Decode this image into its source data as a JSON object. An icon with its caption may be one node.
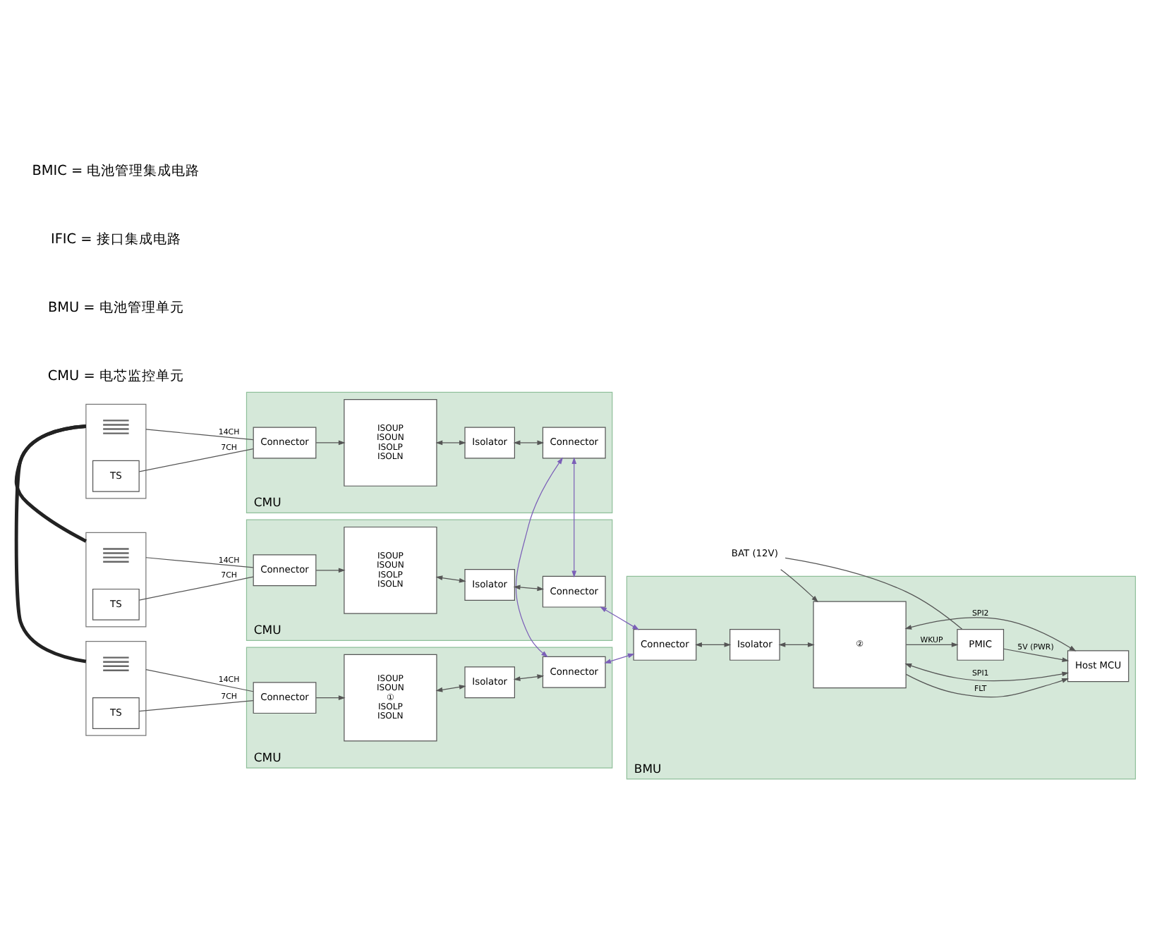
{
  "diagram": {
    "nodes": [
      {
        "text": [
          "CMU"
        ]
      },
      {
        "text": [
          "Connector"
        ],
        "in": 0
      },
      {
        "text": [
          "ISOUP",
          "ISOUN",
          "①",
          "ISOLP",
          "ISOLN"
        ],
        "in": 0
      },
      {
        "text": [
          "Isolator"
        ],
        "in": 0
      },
      {
        "text": [
          "Connector"
        ],
        "in": 0
      },
      {
        "text": [],
        "shape": "box"
      },
      {
        "text": [],
        "shape": "battery",
        "in": 5
      },
      {
        "text": [
          "TS"
        ],
        "in": 5
      },
      {
        "text": [
          "CMU"
        ]
      },
      {
        "text": [
          "Connector"
        ],
        "in": 8
      },
      {
        "text": [
          "ISOUP",
          "ISOUN",
          "ISOLP",
          "ISOLN"
        ],
        "in": 8
      },
      {
        "text": [
          "Isolator"
        ],
        "in": 8
      },
      {
        "text": [
          "Connector"
        ],
        "in": 8
      },
      {
        "text": [],
        "shape": "box"
      },
      {
        "text": [],
        "shape": "battery",
        "in": 13
      },
      {
        "text": [
          "TS"
        ],
        "in": 13
      },
      {
        "text": [
          "CMU"
        ]
      },
      {
        "text": [
          "Connector"
        ],
        "in": 16
      },
      {
        "text": [
          "ISOUP",
          "ISOUN",
          "ISOLP",
          "ISOLN"
        ],
        "in": 16
      },
      {
        "text": [
          "Isolator"
        ],
        "in": 16
      },
      {
        "text": [
          "Connector"
        ],
        "in": 16
      },
      {
        "text": [],
        "shape": "box"
      },
      {
        "text": [],
        "shape": "battery",
        "in": 21
      },
      {
        "text": [
          "TS"
        ],
        "in": 21
      },
      {
        "text": [
          "BMU"
        ]
      },
      {
        "text": [
          "Connector"
        ],
        "in": 24
      },
      {
        "text": [
          "Isolator"
        ],
        "in": 24
      },
      {
        "text": [
          "②"
        ],
        "in": 24
      },
      {
        "text": [
          "PMIC"
        ],
        "in": 24
      },
      {
        "text": [
          "Host MCU"
        ],
        "in": 24
      },
      {
        "text": [
          "BAT (12V)"
        ]
      }
    ],
    "edges": [
      {
        "from": 5,
        "to": 1,
        "arrow": "none",
        "label": "14CH"
      },
      {
        "from": 7,
        "to": 1,
        "arrow": "none",
        "label": "7CH"
      },
      {
        "from": 1,
        "to": 2,
        "arrow": "to"
      },
      {
        "from": 2,
        "to": 3,
        "arrow": "both"
      },
      {
        "from": 3,
        "to": 4,
        "arrow": "both"
      },
      {
        "from": 13,
        "to": 9,
        "arrow": "none",
        "label": "14CH"
      },
      {
        "from": 15,
        "to": 9,
        "arrow": "none",
        "label": "7CH"
      },
      {
        "from": 9,
        "to": 10,
        "arrow": "to"
      },
      {
        "from": 10,
        "to": 11,
        "arrow": "both"
      },
      {
        "from": 11,
        "to": 12,
        "arrow": "both"
      },
      {
        "from": 21,
        "to": 17,
        "arrow": "none",
        "label": "14CH"
      },
      {
        "from": 23,
        "to": 17,
        "arrow": "none",
        "label": "7CH"
      },
      {
        "from": 17,
        "to": 18,
        "arrow": "to"
      },
      {
        "from": 18,
        "to": 19,
        "arrow": "both"
      },
      {
        "from": 19,
        "to": 20,
        "arrow": "both"
      },
      {
        "from": 5,
        "to": 13,
        "arrow": "none",
        "style": "thick"
      },
      {
        "from": 13,
        "to": 21,
        "arrow": "none",
        "style": "thick"
      },
      {
        "from": 4,
        "to": 12,
        "arrow": "both",
        "color": "#7b5fb8"
      },
      {
        "from": 12,
        "to": 20,
        "arrow": "both",
        "color": "#7b5fb8"
      },
      {
        "from": 20,
        "to": 25,
        "arrow": "both",
        "color": "#7b5fb8"
      },
      {
        "from": 4,
        "to": 25,
        "arrow": "both",
        "color": "#7b5fb8"
      },
      {
        "from": 25,
        "to": 26,
        "arrow": "both"
      },
      {
        "from": 26,
        "to": 27,
        "arrow": "both"
      },
      {
        "from": 30,
        "to": 28,
        "arrow": "none"
      },
      {
        "from": 30,
        "to": 27,
        "arrow": "to"
      },
      {
        "from": 27,
        "to": 28,
        "arrow": "to",
        "label": "WKUP"
      },
      {
        "from": 28,
        "to": 29,
        "arrow": "to",
        "label": "5V (PWR)"
      },
      {
        "from": 27,
        "to": 29,
        "arrow": "both",
        "label": "SPI1"
      },
      {
        "from": 27,
        "to": 29,
        "arrow": "both",
        "label": "SPI2"
      },
      {
        "from": 27,
        "to": 29,
        "arrow": "to",
        "label": "FLT"
      }
    ],
    "labels": [
      "BMIC = 电池管理集成电路",
      "IFIC = 接口集成电路",
      "BMU = 电池管理单元",
      "CMU = 电芯监控单元"
    ]
  }
}
